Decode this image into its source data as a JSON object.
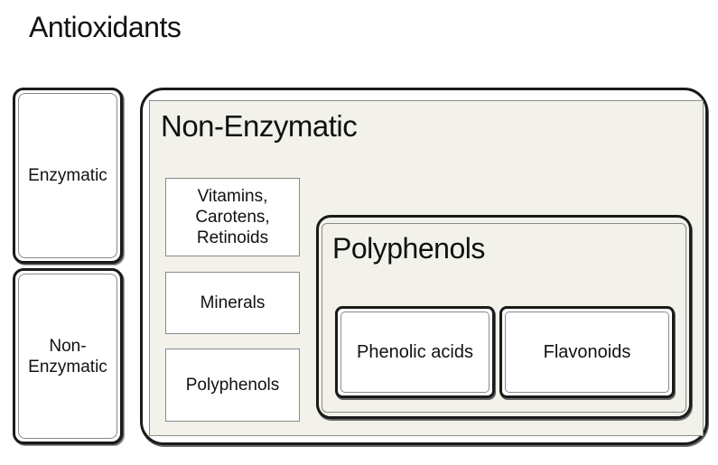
{
  "title": "Antioxidants",
  "left_boxes": {
    "enzymatic": "Enzymatic",
    "non_enzymatic": "Non-\nEnzymatic"
  },
  "non_enzymatic_group": {
    "title": "Non-Enzymatic",
    "items": [
      "Vitamins,\nCarotens,\nRetinoids",
      "Minerals",
      "Polyphenols"
    ]
  },
  "polyphenols_group": {
    "title": "Polyphenols",
    "items": [
      "Phenolic acids",
      "Flavonoids"
    ]
  }
}
